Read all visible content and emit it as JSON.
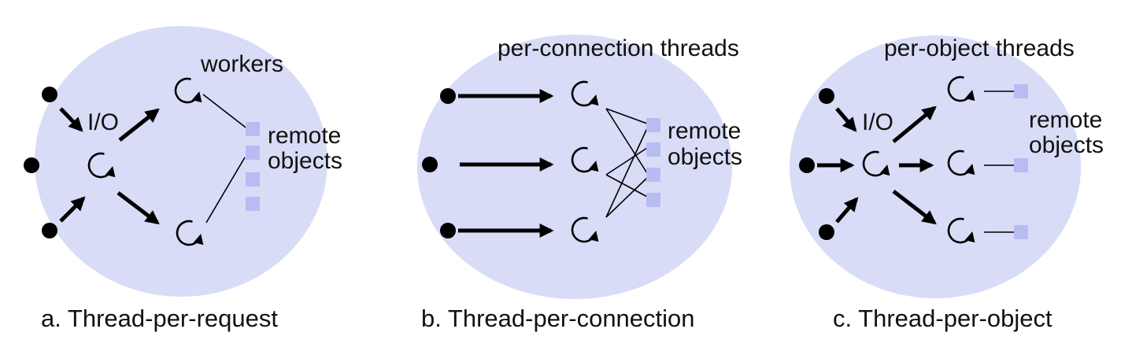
{
  "colors": {
    "region": "#d9dcf6",
    "object": "#b7bdf2",
    "ink": "#000000"
  },
  "panels": [
    {
      "id": "a",
      "caption": "a. Thread-per-request",
      "labels": {
        "workers": "workers",
        "io": "I/O",
        "remote": "remote",
        "objects": "objects"
      }
    },
    {
      "id": "b",
      "caption": "b. Thread-per-connection",
      "labels": {
        "threads": "per-connection threads",
        "remote": "remote",
        "objects": "objects"
      }
    },
    {
      "id": "c",
      "caption": "c. Thread-per-object",
      "labels": {
        "threads": "per-object threads",
        "io": "I/O",
        "remote": "remote",
        "objects": "objects"
      }
    }
  ],
  "icons": {
    "client": "filled-dot",
    "thread": "circular-arrow",
    "remote_object": "lilac-square"
  }
}
